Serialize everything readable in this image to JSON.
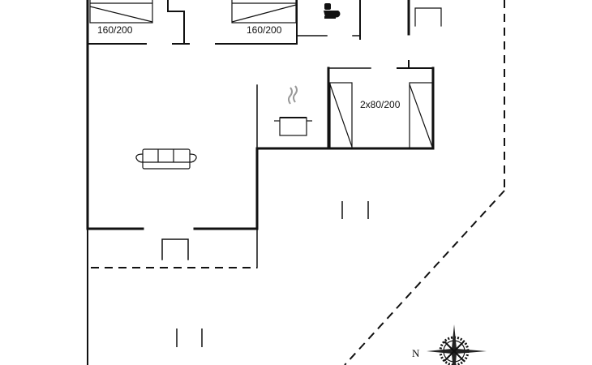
{
  "labels": {
    "bed1": "160/200",
    "bed2": "160/200",
    "bunk": "2x80/200",
    "compass_north": "N"
  },
  "colors": {
    "wall": "#111111",
    "steam": "#999999"
  }
}
